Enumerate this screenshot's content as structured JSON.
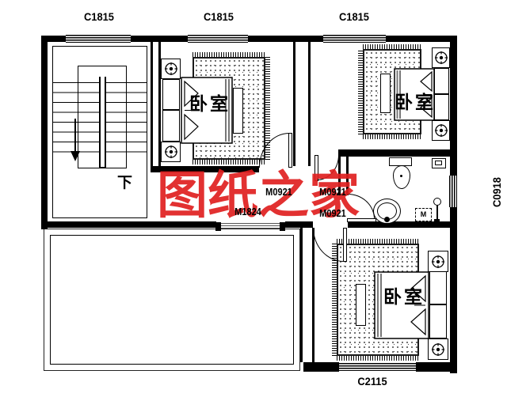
{
  "watermark": {
    "text": "图纸之家",
    "color": "#e02020"
  },
  "rooms": {
    "b1": "卧室",
    "b2": "卧室",
    "b3": "卧室",
    "stair_down": "下"
  },
  "windows": {
    "w1": "C1815",
    "w2": "C1815",
    "w3": "C1815",
    "right": "C0918",
    "bottom": "C2115"
  },
  "doors": {
    "d1": "M0921",
    "d2": "M0921",
    "d3": "M0921",
    "wide": "M1824"
  },
  "fixtures": {
    "drain_glyph": "M",
    "icons": [
      "toilet-icon",
      "washbasin-icon",
      "shower-icon",
      "floor-drain-icon",
      "bedside-lamp-icon",
      "stair-down-arrow-icon"
    ]
  },
  "colors": {
    "walls": "#000000",
    "watermark_red": "#e02020",
    "background": "#ffffff"
  }
}
